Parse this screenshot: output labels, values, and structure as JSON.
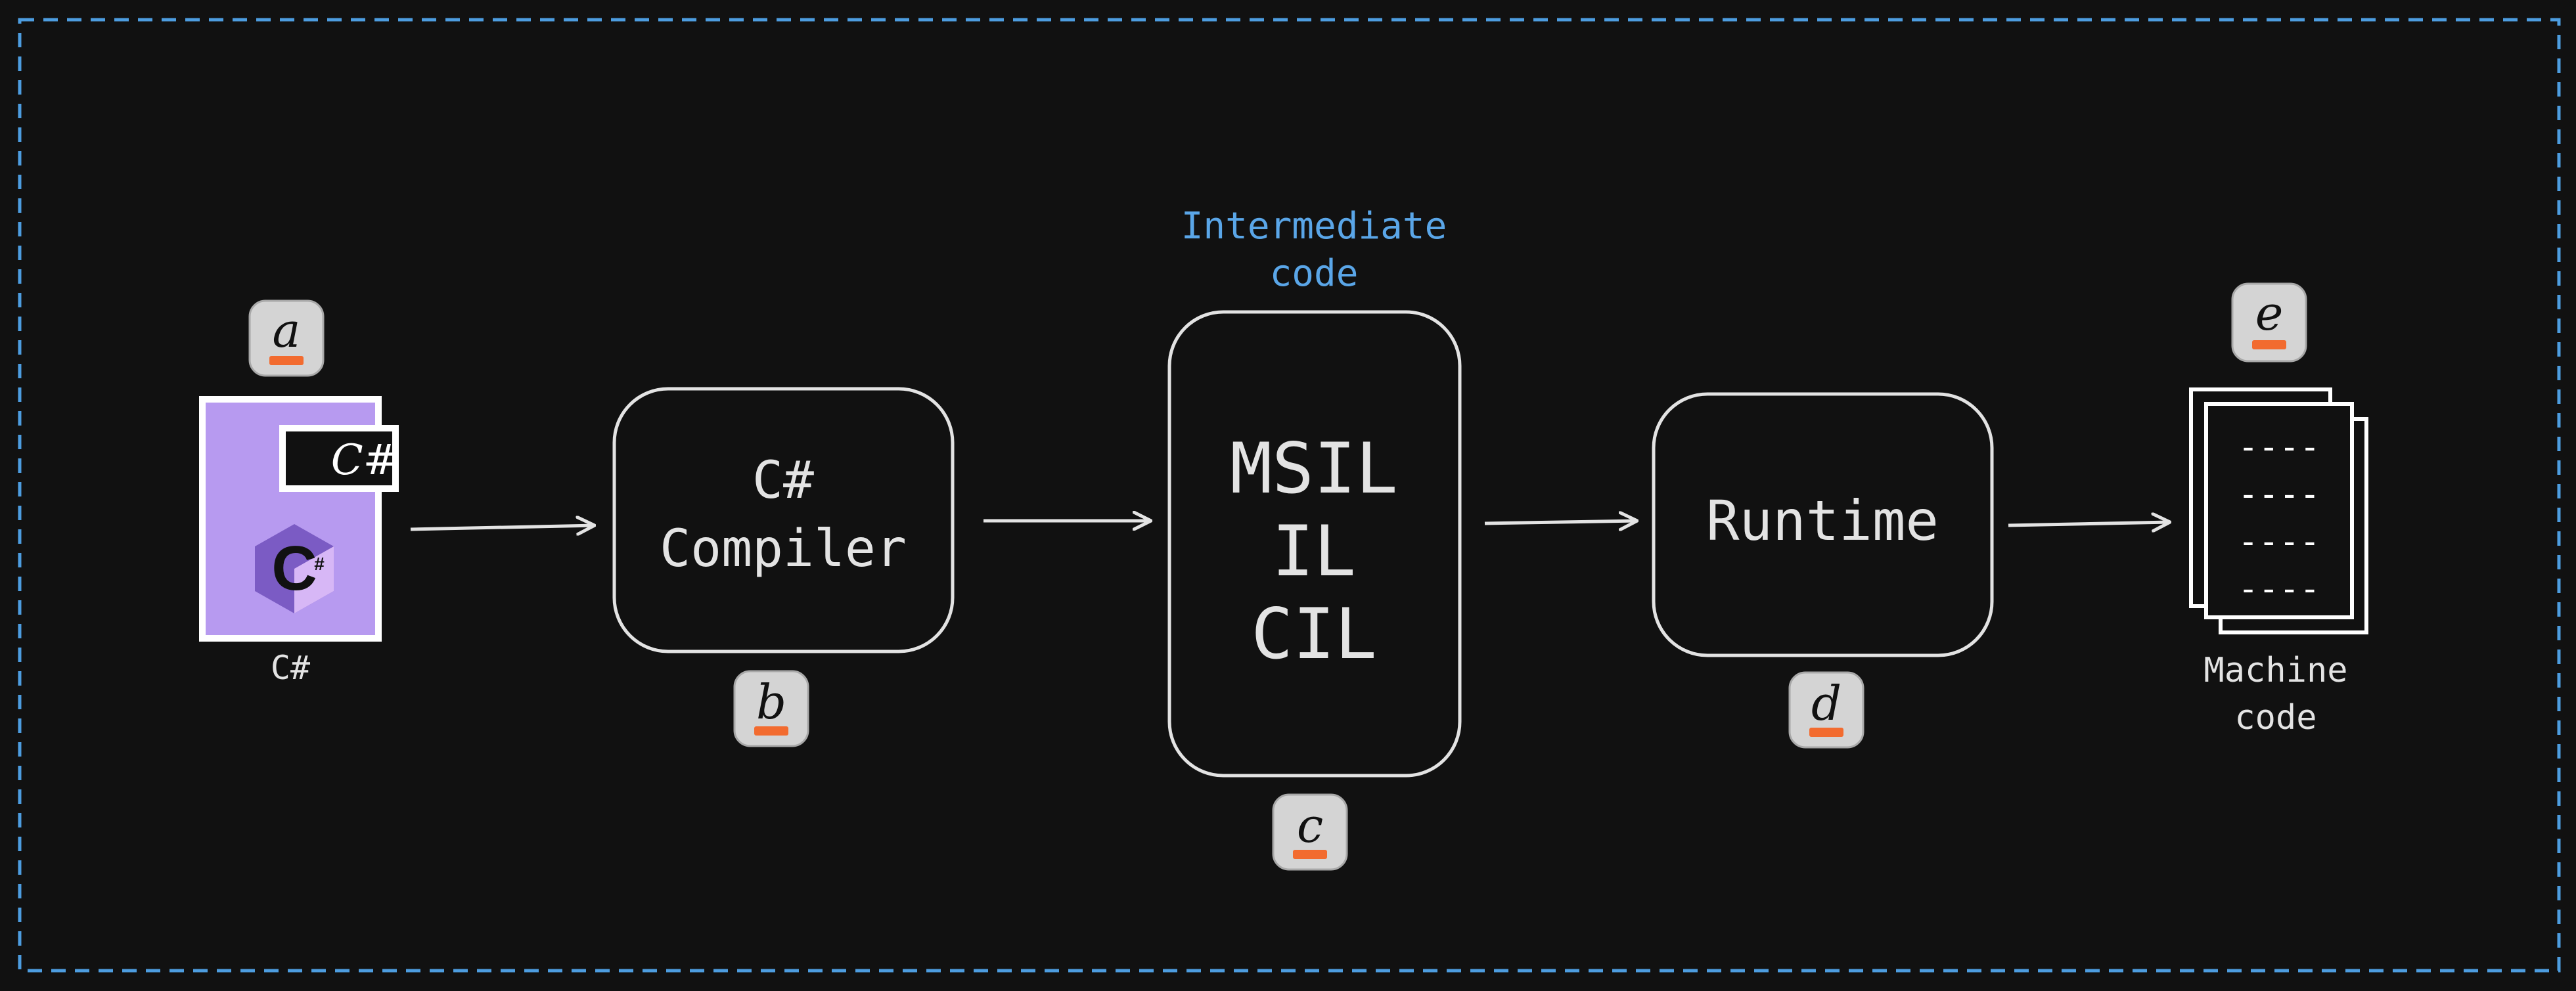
{
  "colors": {
    "background": "#111111",
    "frame": "#4d9de0",
    "stroke": "#e3e3e3",
    "text": "#e3e3e3",
    "accent_text": "#5aa6e8",
    "badge_fill": "#d4d4d4",
    "badge_underline": "#f26b2f",
    "file_purple": "#b79af0",
    "csharp_hex_dark": "#7b5bc4",
    "csharp_hex_light": "#d7b7f6"
  },
  "source": {
    "file_tag": "C#",
    "caption": "C#",
    "logo_letter": "C",
    "icon": "csharp-file-icon"
  },
  "compiler": {
    "line1": "C#",
    "line2": "Compiler"
  },
  "intermediate": {
    "heading_line1": "Intermediate",
    "heading_line2": "code",
    "lines": [
      "MSIL",
      "IL",
      "CIL"
    ]
  },
  "runtime": {
    "label": "Runtime"
  },
  "machine": {
    "caption_line1": "Machine",
    "caption_line2": "code",
    "doc_lines": [
      "----",
      "----",
      "----",
      "----"
    ],
    "icon": "document-stack-icon"
  },
  "badges": [
    "a",
    "b",
    "c",
    "d",
    "e"
  ]
}
